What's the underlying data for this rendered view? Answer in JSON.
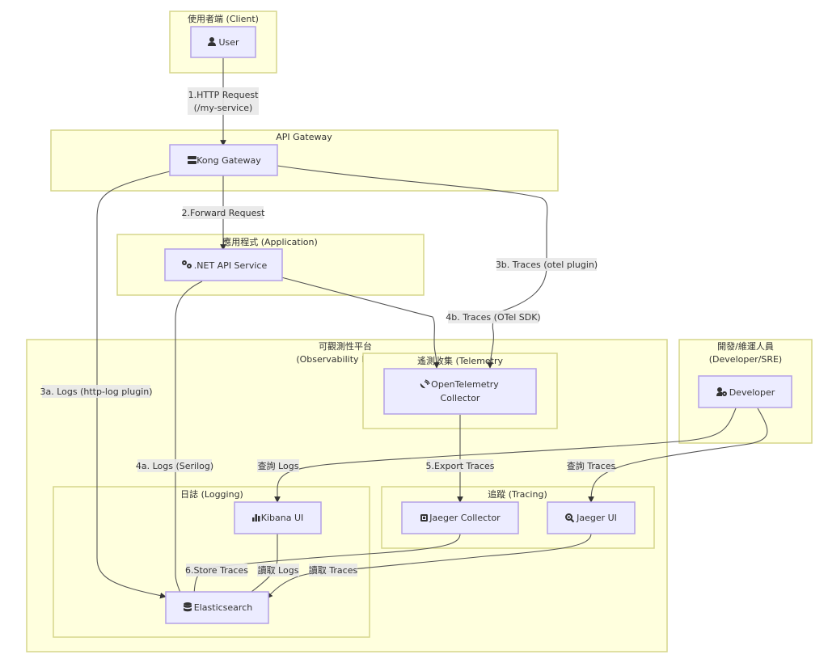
{
  "diagram": {
    "type": "flowchart",
    "colors": {
      "cluster_fill": "#ffffde",
      "cluster_stroke": "#d6d68c",
      "node_fill": "#ececff",
      "node_stroke": "#b4a1e6",
      "edge": "#555555",
      "label_bg": "#e8e8e8"
    },
    "clusters": {
      "client": "使用者端 (Client)",
      "gateway": "API Gateway",
      "application": "應用程式 (Application)",
      "observability_line1": "可觀測性平台",
      "observability_line2": "(Observability P",
      "telemetry": "遙測收集 (Telemetry",
      "devops_line1": "開發/維運人員",
      "devops_line2": "(Developer/SRE)",
      "logging": "日誌 (Logging)",
      "tracing": "追蹤 (Tracing)"
    },
    "nodes": {
      "user": {
        "label": "User",
        "icon": "user-icon"
      },
      "kong": {
        "label": "Kong Gateway",
        "icon": "server-icon"
      },
      "dotnet": {
        "label": ".NET API Service",
        "icon": "cogs-icon"
      },
      "otel_line1": "OpenTelemetry",
      "otel_line2": "Collector",
      "otel_icon": "satellite-dish-icon",
      "developer": {
        "label": "Developer",
        "icon": "user-cog-icon"
      },
      "kibana": {
        "label": "Kibana UI",
        "icon": "chart-bar-icon"
      },
      "jaeger_collector": {
        "label": "Jaeger Collector",
        "icon": "microchip-icon"
      },
      "jaeger_ui": {
        "label": "Jaeger UI",
        "icon": "search-plus-icon"
      },
      "elasticsearch": {
        "label": "Elasticsearch",
        "icon": "database-icon"
      }
    },
    "edges": {
      "e1_line1": "1.HTTP Request",
      "e1_line2": "(/my-service)",
      "e2": "2.Forward Request",
      "e3a": "3a. Logs (http-log plugin)",
      "e3b": "3b. Traces (otel plugin)",
      "e4a": "4a. Logs (Serilog)",
      "e4b": "4b. Traces (OTel SDK)",
      "e5": "5.Export Traces",
      "e6": "6.Store Traces",
      "query_logs": "查詢 Logs",
      "query_traces": "查詢 Traces",
      "read_logs": "讀取 Logs",
      "read_traces": "讀取 Traces"
    }
  }
}
